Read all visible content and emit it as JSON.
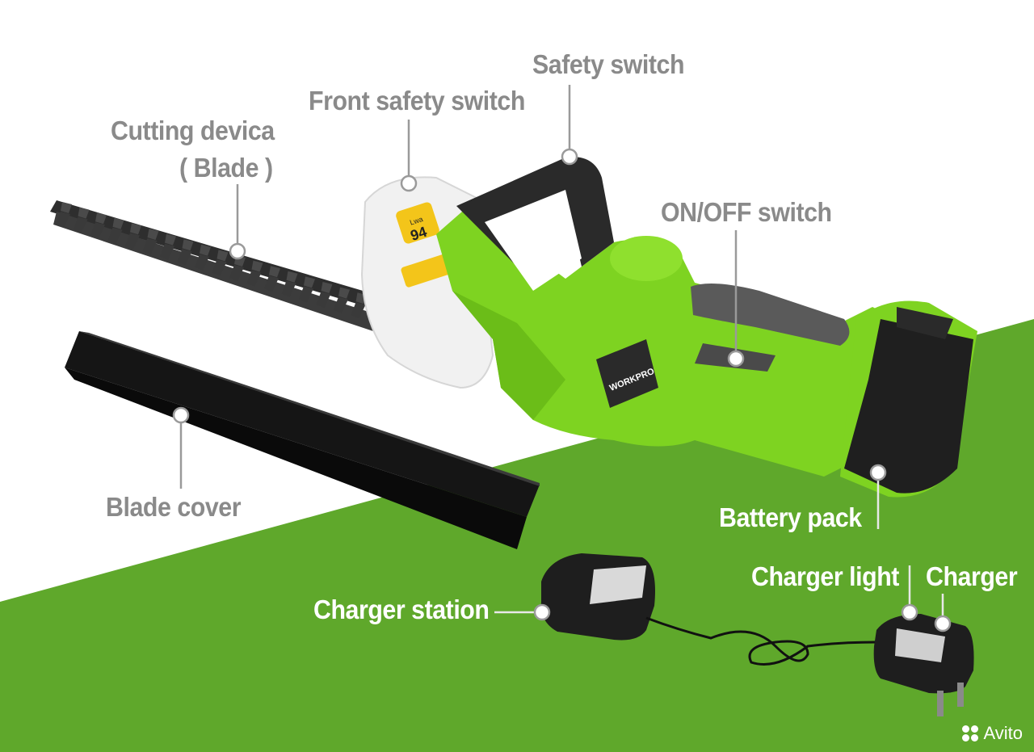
{
  "labels": {
    "safety_switch": "Safety switch",
    "front_safety_switch": "Front safety switch",
    "cutting_device_line1": "Cutting devica",
    "cutting_device_line2": "( Blade )",
    "on_off_switch": "ON/OFF switch",
    "blade_cover": "Blade cover",
    "battery_pack": "Battery pack",
    "charger_light": "Charger light",
    "charger": "Charger",
    "charger_station": "Charger station"
  },
  "product": {
    "brand": "WORKPRO",
    "noise_label_top": "Lwa",
    "noise_label_value": "94"
  },
  "watermark": "Avito",
  "colors": {
    "background_green": "#5fa82b",
    "tool_green": "#7ed321",
    "tool_dark": "#2b2b2b",
    "label_gray": "#8a8a8a",
    "label_white": "#ffffff"
  },
  "icons": {
    "watermark": "avito-logo-icon"
  }
}
